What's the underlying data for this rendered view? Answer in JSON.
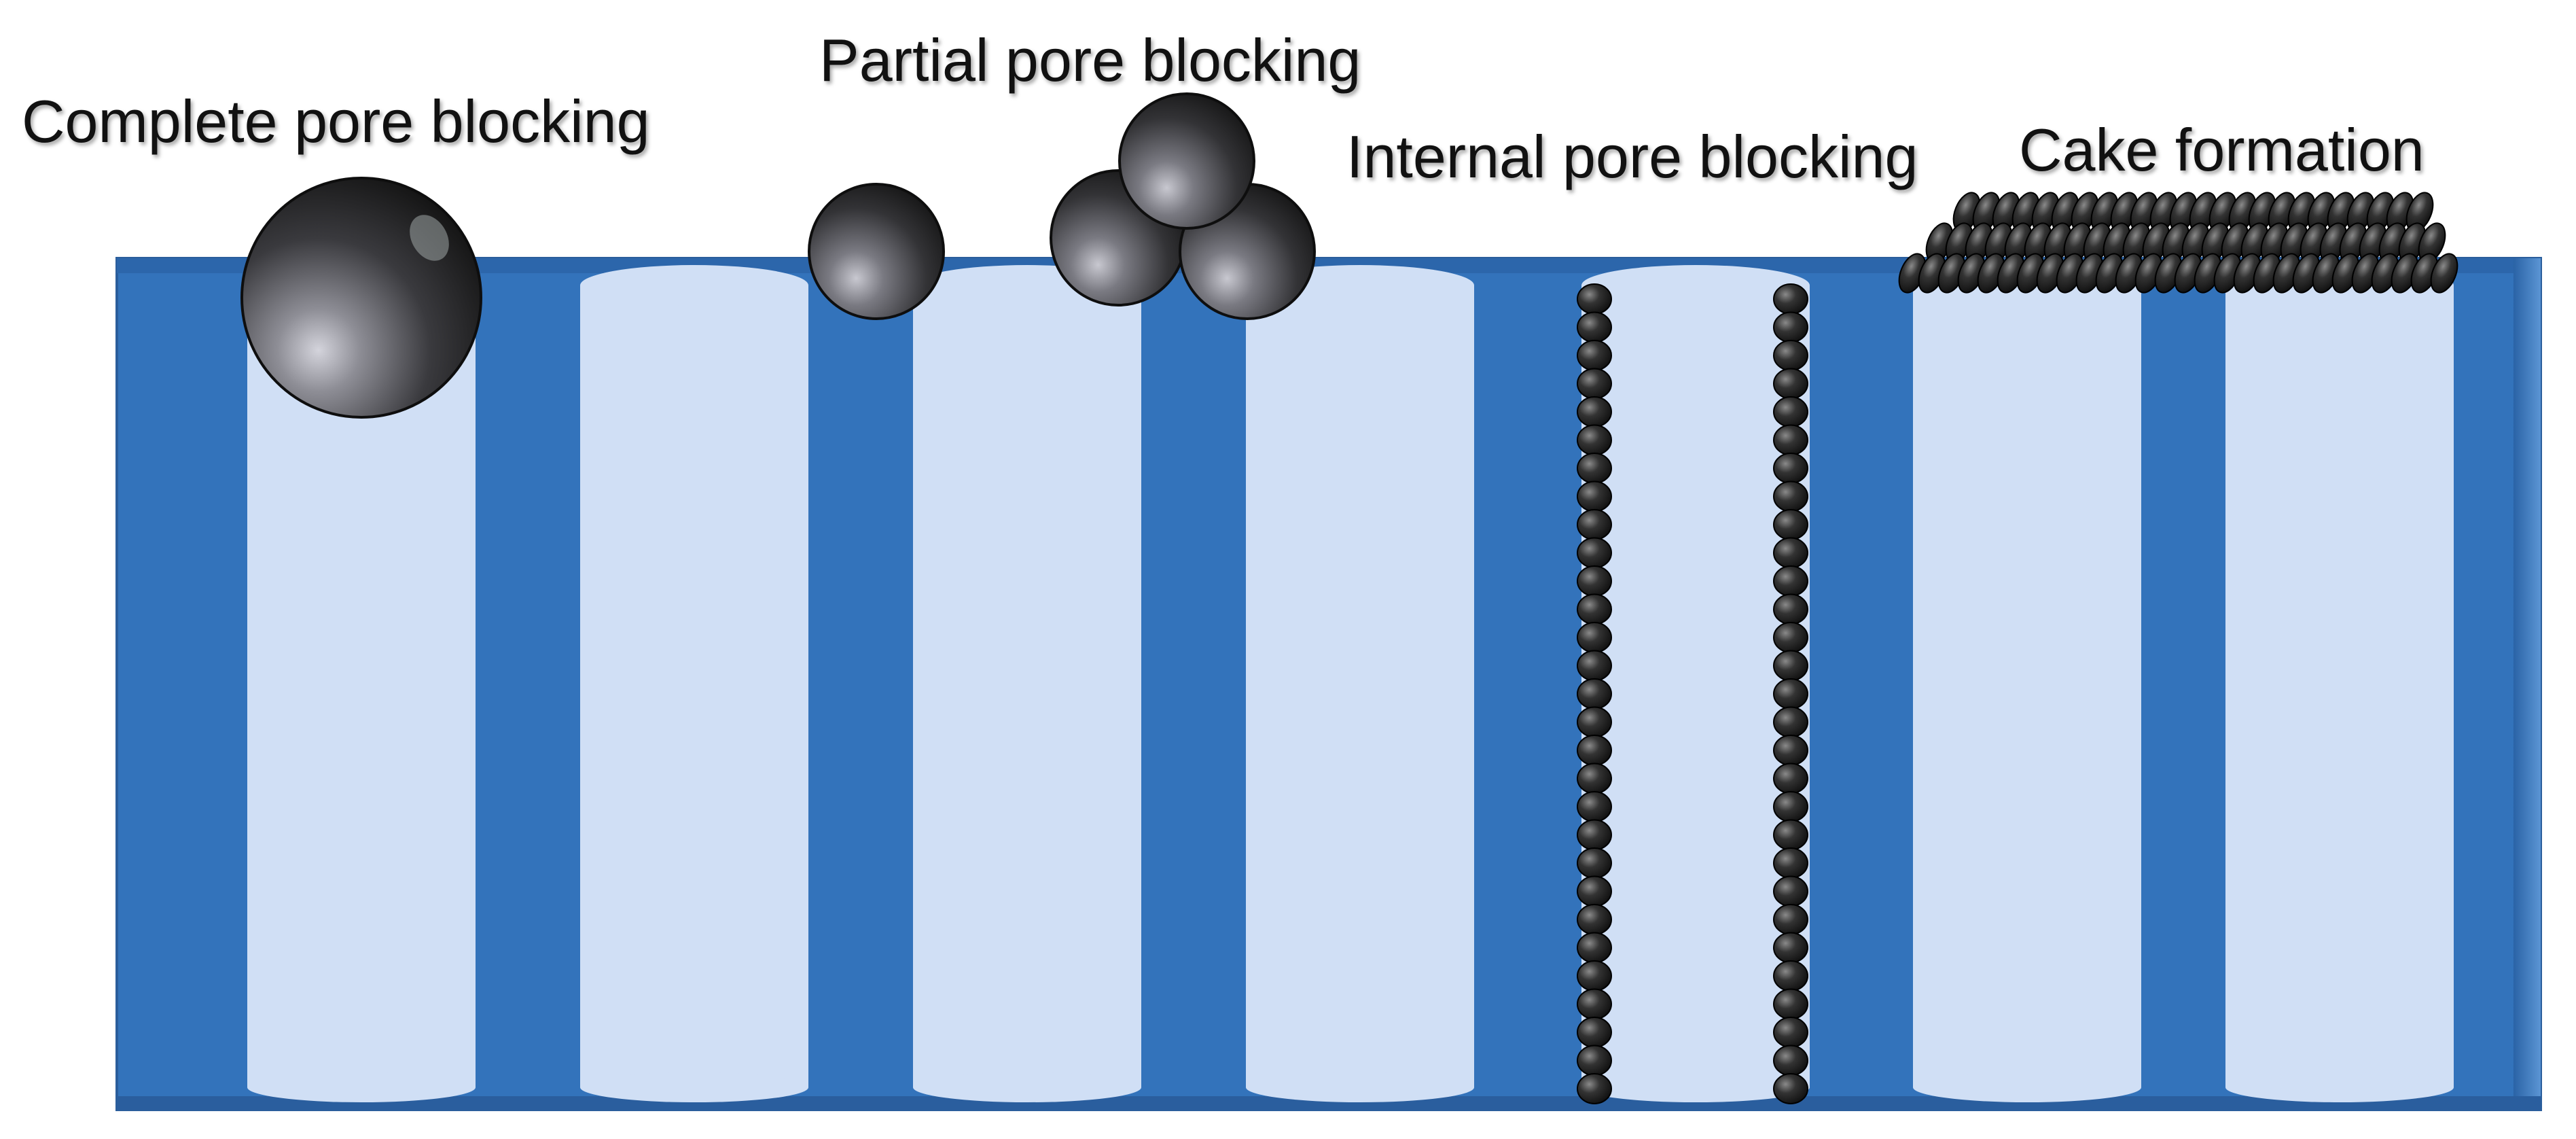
{
  "labels": {
    "complete": "Complete pore blocking",
    "partial": "Partial pore blocking",
    "internal": "Internal pore blocking",
    "cake": "Cake formation"
  },
  "colors": {
    "membrane": "#3373bb",
    "pore": "#d0dff5",
    "particle_dark": "#1c1c1c",
    "particle_light": "#bcbcc4"
  }
}
